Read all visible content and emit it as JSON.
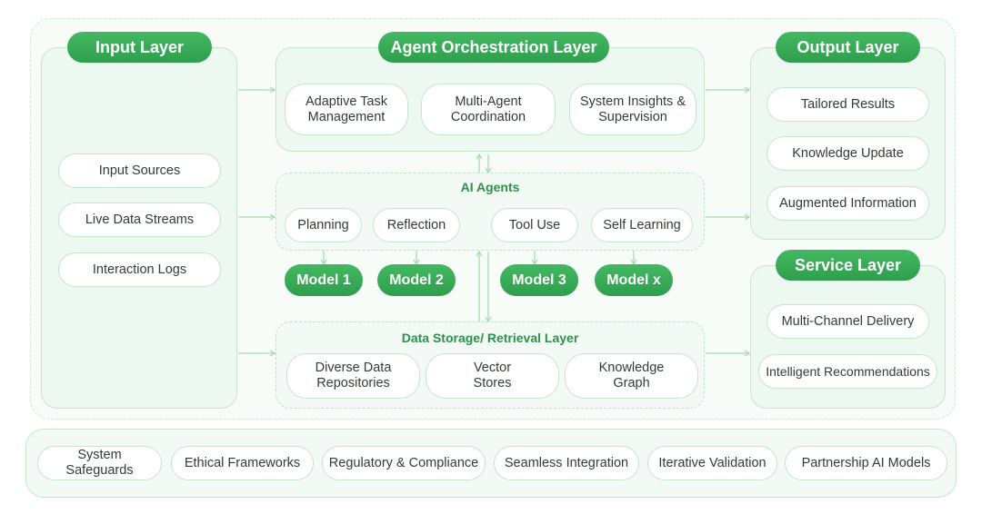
{
  "input_layer": {
    "title": "Input Layer",
    "items": [
      "Input Sources",
      "Live Data Streams",
      "Interaction Logs"
    ]
  },
  "orchestration_layer": {
    "title": "Agent Orchestration Layer",
    "items": [
      "Adaptive Task\nManagement",
      "Multi-Agent\nCoordination",
      "System Insights &\nSupervision"
    ]
  },
  "ai_agents": {
    "title": "AI Agents",
    "items": [
      "Planning",
      "Reflection",
      "Tool Use",
      "Self Learning"
    ],
    "models": [
      "Model 1",
      "Model 2",
      "Model 3",
      "Model x"
    ]
  },
  "data_storage": {
    "title": "Data Storage/ Retrieval Layer",
    "items": [
      "Diverse Data\nRepositories",
      "Vector\nStores",
      "Knowledge\nGraph"
    ]
  },
  "output_layer": {
    "title": "Output Layer",
    "items": [
      "Tailored Results",
      "Knowledge Update",
      "Augmented Information"
    ]
  },
  "service_layer": {
    "title": "Service Layer",
    "items": [
      "Multi-Channel Delivery",
      "Intelligent Recommendations"
    ]
  },
  "footer": {
    "items": [
      "System Safeguards",
      "Ethical Frameworks",
      "Regulatory & Compliance",
      "Seamless Integration",
      "Iterative Validation",
      "Partnership AI Models"
    ]
  },
  "colors": {
    "accent": "#3aae5a",
    "panel_fill": "#edf8f0",
    "panel_border": "#c4e6cc"
  }
}
